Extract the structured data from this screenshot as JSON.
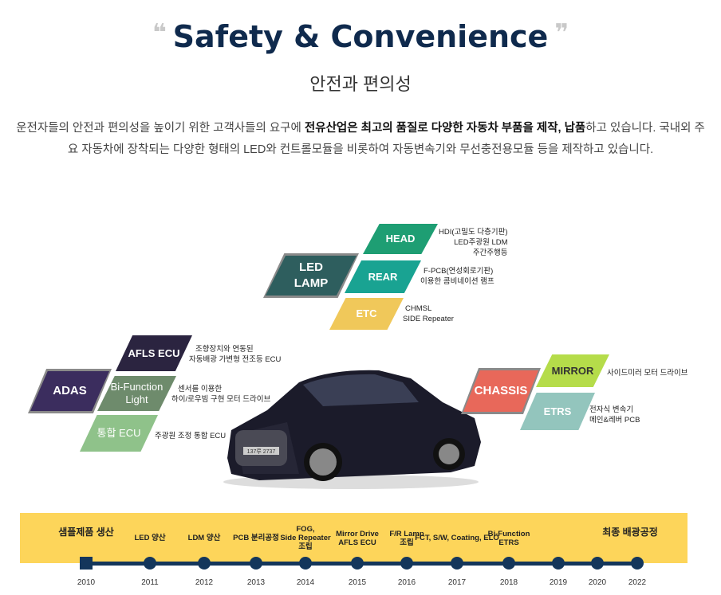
{
  "header": {
    "title": "Safety & Convenience",
    "open_quote": "❝",
    "close_quote": "❞",
    "subtitle": "안전과 편의성"
  },
  "intro": {
    "pre": "운전자들의 안전과 편의성을 높이기 위한 고객사들의 요구에 ",
    "bold": "전유산업은 최고의 품질로 다양한 자동차 부품을 제작, 납품",
    "post": "하고 있습니다. 국내외 주요 자동차에 장착되는 다양한 형태의 LED와 컨트롤모듈을 비롯하여 자동변속기와 무선충전용모듈 등을 제작하고 있습니다."
  },
  "car": {
    "plate": "137루 2737"
  },
  "groups": {
    "led": {
      "label1": "LED",
      "label2": "LAMP",
      "items": [
        {
          "label": "HEAD",
          "desc": [
            "HDI(고밀도 다층기판)",
            "LED주광원 LDM",
            "주간주행등"
          ]
        },
        {
          "label": "REAR",
          "desc": [
            "F-PCB(연성회로기판)",
            "이용한  콤비네이션 램프"
          ]
        },
        {
          "label": "ETC",
          "desc": [
            "CHMSL",
            "SIDE Repeater"
          ]
        }
      ]
    },
    "adas": {
      "label": "ADAS",
      "items": [
        {
          "label": "AFLS ECU",
          "desc": [
            "조향장치와 연동된",
            "자동배광 가변형 전조등 ECU"
          ]
        },
        {
          "label1": "Bi-Function",
          "label2": "Light",
          "desc": [
            "센서를 이용한",
            "하이/로우빔 구현 모터 드라이브"
          ]
        },
        {
          "label": "통합 ECU",
          "desc": [
            "주광원 조정 통합 ECU"
          ]
        }
      ]
    },
    "chassis": {
      "label": "CHASSIS",
      "items": [
        {
          "label": "MIRROR",
          "desc": [
            "사이드미러 모터 드라이브"
          ]
        },
        {
          "label": "ETRS",
          "desc": [
            "전자식 변속기",
            "메인&레버 PCB"
          ]
        }
      ]
    }
  },
  "colors": {
    "navy": "#14365b",
    "yellow": "#fdd55a"
  },
  "timeline": [
    {
      "year": "2010",
      "label": [
        "샘플제품 생산"
      ]
    },
    {
      "year": "2011",
      "label": [
        "LED 양산"
      ]
    },
    {
      "year": "2012",
      "label": [
        "LDM 양산"
      ]
    },
    {
      "year": "2013",
      "label": [
        "PCB 분리공정"
      ]
    },
    {
      "year": "2014",
      "label": [
        "FOG,",
        "Side Repeater",
        "조립"
      ]
    },
    {
      "year": "2015",
      "label": [
        "Mirror Drive",
        "AFLS ECU"
      ]
    },
    {
      "year": "2016",
      "label": [
        "F/R Lamp",
        "조립"
      ]
    },
    {
      "year": "2017",
      "label": [
        "FCT, S/W, Coating, ELO"
      ]
    },
    {
      "year": "2018",
      "label": [
        "Bi-Function",
        "ETRS"
      ]
    },
    {
      "year": "2019",
      "label": []
    },
    {
      "year": "2020",
      "label": []
    },
    {
      "year": "2022",
      "label": [
        "최종 배광공정"
      ]
    }
  ]
}
